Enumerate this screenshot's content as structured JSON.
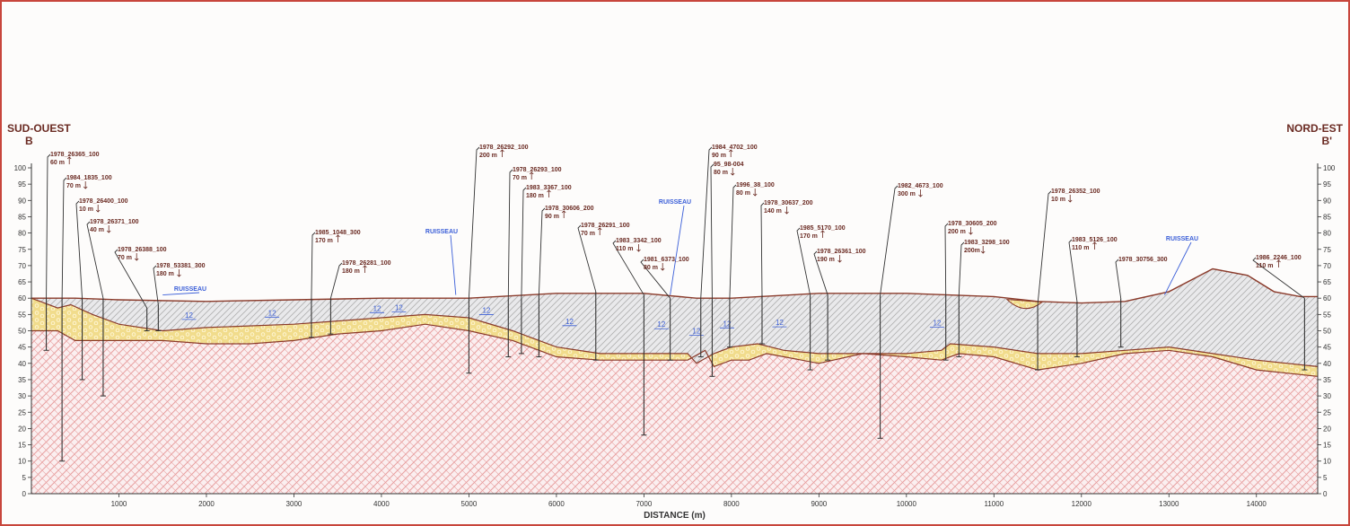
{
  "header": {
    "left_direction": "SUD-OUEST",
    "left_point": "B",
    "right_direction": "NORD-EST",
    "right_point": "B'"
  },
  "axes": {
    "xlabel": "DISTANCE (m)",
    "x_ticks": [
      1000,
      2000,
      3000,
      4000,
      5000,
      6000,
      7000,
      8000,
      9000,
      10000,
      11000,
      12000,
      13000,
      14000
    ],
    "y_ticks": [
      100,
      95,
      90,
      85,
      80,
      75,
      70,
      65,
      60,
      55,
      50,
      45,
      40,
      35,
      30,
      25,
      20,
      15,
      10,
      5,
      0
    ],
    "x_range": [
      0,
      14700
    ],
    "y_range": [
      0,
      100
    ]
  },
  "colors": {
    "frame": "#c8463c",
    "label_text": "#6a2a22",
    "well_line": "#333333",
    "surface_line": "#8a3a2a",
    "bedrock_hatch": "#e8a0a0",
    "till_hatch": "#b0b0b0",
    "sand_fill": "#f1dc8c",
    "water_label": "#3a5ed8"
  },
  "units": {
    "bedrock": "bedrock",
    "sand_gravel": "sand-gravel",
    "till": "till"
  },
  "unit_code": "12",
  "streams": [
    {
      "label": "RUISSEAU",
      "x": 1500
    },
    {
      "label": "RUISSEAU",
      "x": 4850
    },
    {
      "label": "RUISSEAU",
      "x": 7300
    },
    {
      "label": "RUISSEAU",
      "x": 12950
    }
  ],
  "wells": [
    {
      "id": "1978_26365_100",
      "depth": "60 m",
      "arrow": "up",
      "x": 170,
      "top": 60,
      "bottom": 44
    },
    {
      "id": "1984_1835_100",
      "depth": "70 m",
      "arrow": "down",
      "x": 350,
      "top": 60,
      "bottom": 10
    },
    {
      "id": "1978_26400_100",
      "depth": "10 m",
      "arrow": "down",
      "x": 580,
      "top": 60,
      "bottom": 35
    },
    {
      "id": "1978_26371_100",
      "depth": "40 m",
      "arrow": "down",
      "x": 820,
      "top": 60,
      "bottom": 30
    },
    {
      "id": "1978_26388_100",
      "depth": "70 m",
      "arrow": "down",
      "x": 1320,
      "top": 57,
      "bottom": 50
    },
    {
      "id": "1978_53381_300",
      "depth": "180 m",
      "arrow": "down",
      "x": 1450,
      "top": 58,
      "bottom": 50
    },
    {
      "id": "1985_1048_300",
      "depth": "170 m",
      "arrow": "up",
      "x": 3200,
      "top": 60,
      "bottom": 48
    },
    {
      "id": "1978_26281_100",
      "depth": "180 m",
      "arrow": "up",
      "x": 3420,
      "top": 60,
      "bottom": 49
    },
    {
      "id": "1978_26292_100",
      "depth": "200 m",
      "arrow": "up",
      "x": 5000,
      "top": 60,
      "bottom": 37
    },
    {
      "id": "1978_26293_100",
      "depth": "70 m",
      "arrow": "up",
      "x": 5450,
      "top": 60,
      "bottom": 42
    },
    {
      "id": "1983_3367_100",
      "depth": "180 m",
      "arrow": "up",
      "x": 5600,
      "top": 60,
      "bottom": 43
    },
    {
      "id": "1978_30606_200",
      "depth": "90 m",
      "arrow": "up",
      "x": 5800,
      "top": 61,
      "bottom": 42
    },
    {
      "id": "1978_26291_100",
      "depth": "70 m",
      "arrow": "up",
      "x": 6450,
      "top": 62,
      "bottom": 41
    },
    {
      "id": "1983_3342_100",
      "depth": "110 m",
      "arrow": "down",
      "x": 7000,
      "top": 61,
      "bottom": 18
    },
    {
      "id": "1981_6373_100",
      "depth": "80 m",
      "arrow": "down",
      "x": 7300,
      "top": 60,
      "bottom": 41
    },
    {
      "id": "1984_4702_100",
      "depth": "90 m",
      "arrow": "up",
      "x": 7650,
      "top": 60,
      "bottom": 42
    },
    {
      "id": "95_98-004",
      "depth": "80 m",
      "arrow": "down",
      "x": 7780,
      "top": 60,
      "bottom": 36
    },
    {
      "id": "1996_38_100",
      "depth": "80 m",
      "arrow": "down",
      "x": 7980,
      "top": 60,
      "bottom": 45
    },
    {
      "id": "1978_30637_200",
      "depth": "140 m",
      "arrow": "down",
      "x": 8350,
      "top": 61,
      "bottom": 46
    },
    {
      "id": "1985_5170_100",
      "depth": "170 m",
      "arrow": "up",
      "x": 8900,
      "top": 61,
      "bottom": 38
    },
    {
      "id": "1978_26361_100",
      "depth": "190 m",
      "arrow": "down",
      "x": 9100,
      "top": 61,
      "bottom": 41
    },
    {
      "id": "1982_4673_100",
      "depth": "300 m",
      "arrow": "down",
      "x": 9700,
      "top": 61,
      "bottom": 17
    },
    {
      "id": "1978_30605_200",
      "depth": "200 m",
      "arrow": "down",
      "x": 10450,
      "top": 61,
      "bottom": 41
    },
    {
      "id": "1983_3298_100",
      "depth": "200m",
      "arrow": "down",
      "x": 10600,
      "top": 61,
      "bottom": 42
    },
    {
      "id": "1978_26352_100",
      "depth": "10 m",
      "arrow": "down",
      "x": 11500,
      "top": 58,
      "bottom": 38
    },
    {
      "id": "1983_5126_100",
      "depth": "110 m",
      "arrow": "up",
      "x": 11950,
      "top": 59,
      "bottom": 42
    },
    {
      "id": "1978_30756_300",
      "depth": "",
      "arrow": "none",
      "x": 12450,
      "top": 60,
      "bottom": 45
    },
    {
      "id": "1986_2246_100",
      "depth": "110 m",
      "arrow": "up",
      "x": 14550,
      "top": 60,
      "bottom": 38
    }
  ],
  "layers": {
    "surface": [
      [
        0,
        60
      ],
      [
        500,
        60
      ],
      [
        1000,
        59.5
      ],
      [
        2000,
        59
      ],
      [
        3000,
        59.5
      ],
      [
        4000,
        60
      ],
      [
        5000,
        60
      ],
      [
        6000,
        61.5
      ],
      [
        7000,
        61.5
      ],
      [
        7600,
        60
      ],
      [
        8000,
        60
      ],
      [
        9000,
        61.5
      ],
      [
        10000,
        61.5
      ],
      [
        11000,
        60.5
      ],
      [
        11500,
        59
      ],
      [
        12000,
        58.5
      ],
      [
        12500,
        59
      ],
      [
        13000,
        62
      ],
      [
        13500,
        69
      ],
      [
        13900,
        67
      ],
      [
        14200,
        62
      ],
      [
        14500,
        60.5
      ],
      [
        14700,
        60.5
      ]
    ],
    "till_base": [
      [
        0,
        60
      ],
      [
        300,
        57
      ],
      [
        450,
        58
      ],
      [
        700,
        55
      ],
      [
        1000,
        52
      ],
      [
        1500,
        50
      ],
      [
        2000,
        51
      ],
      [
        3000,
        52
      ],
      [
        3500,
        53
      ],
      [
        4000,
        54
      ],
      [
        4500,
        55
      ],
      [
        5000,
        54
      ],
      [
        5500,
        50
      ],
      [
        6000,
        45
      ],
      [
        6500,
        43
      ],
      [
        7000,
        43
      ],
      [
        7500,
        43
      ],
      [
        7600,
        40
      ],
      [
        7800,
        43
      ],
      [
        8000,
        45
      ],
      [
        8300,
        46
      ],
      [
        8600,
        44
      ],
      [
        9000,
        43
      ],
      [
        9500,
        43
      ],
      [
        10000,
        43
      ],
      [
        10400,
        44
      ],
      [
        10500,
        46
      ],
      [
        11000,
        45
      ],
      [
        11500,
        43
      ],
      [
        12000,
        43
      ],
      [
        12500,
        44
      ],
      [
        13000,
        45
      ],
      [
        13500,
        43
      ],
      [
        14000,
        41
      ],
      [
        14700,
        39
      ]
    ],
    "bedrock_top": [
      [
        0,
        50
      ],
      [
        300,
        50
      ],
      [
        500,
        47
      ],
      [
        1000,
        47
      ],
      [
        1500,
        47
      ],
      [
        2000,
        46
      ],
      [
        2500,
        46
      ],
      [
        3000,
        47
      ],
      [
        3500,
        49
      ],
      [
        4000,
        50
      ],
      [
        4500,
        52
      ],
      [
        5000,
        50
      ],
      [
        5500,
        47
      ],
      [
        6000,
        42
      ],
      [
        6500,
        41
      ],
      [
        7000,
        41
      ],
      [
        7500,
        41
      ],
      [
        7700,
        44
      ],
      [
        7800,
        39
      ],
      [
        8000,
        41
      ],
      [
        8200,
        41
      ],
      [
        8400,
        43
      ],
      [
        8600,
        42
      ],
      [
        9000,
        40
      ],
      [
        9500,
        43
      ],
      [
        10000,
        42
      ],
      [
        10400,
        41
      ],
      [
        10600,
        43
      ],
      [
        11000,
        42
      ],
      [
        11500,
        38
      ],
      [
        12000,
        40
      ],
      [
        12500,
        43
      ],
      [
        13000,
        44
      ],
      [
        13500,
        42
      ],
      [
        14000,
        38
      ],
      [
        14700,
        36
      ]
    ]
  }
}
